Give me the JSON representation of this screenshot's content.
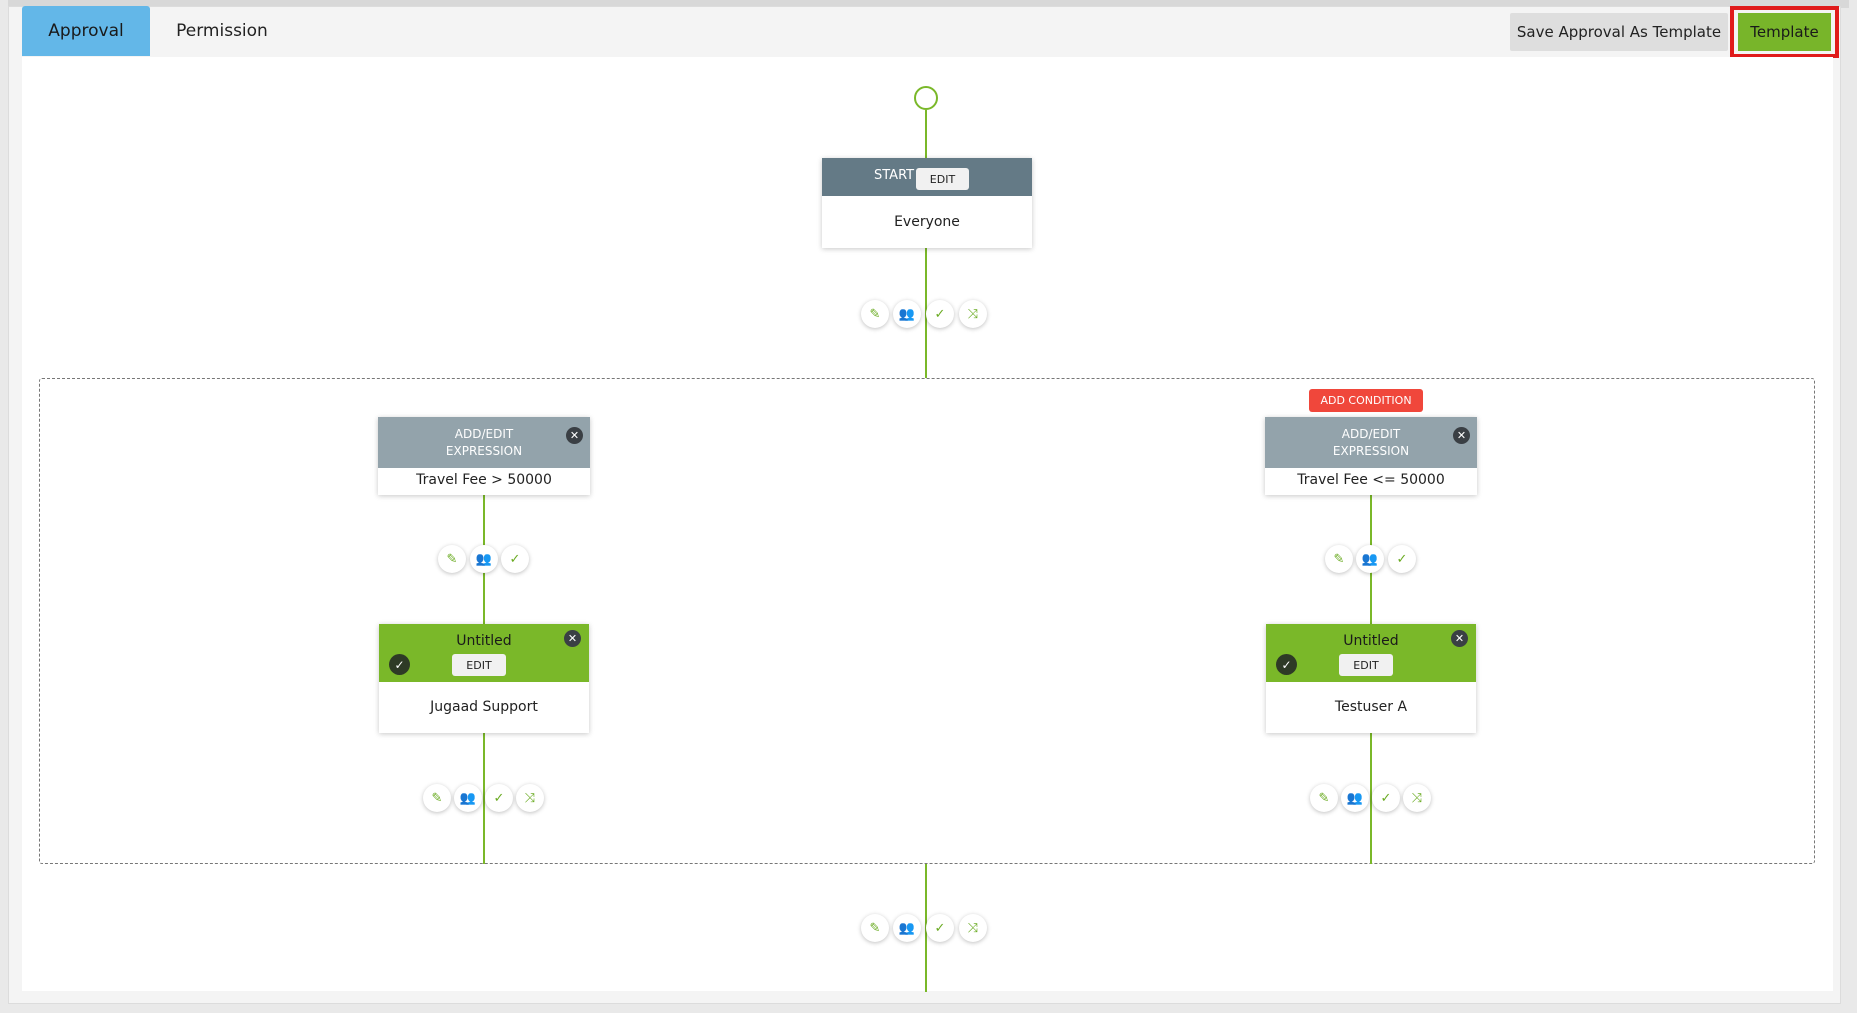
{
  "tabs": [
    {
      "label": "Approval",
      "active": true
    },
    {
      "label": "Permission",
      "active": false
    }
  ],
  "toolbar": {
    "save_as_template_label": "Save Approval As Template",
    "template_label": "Template"
  },
  "start_node": {
    "title": "START",
    "edit_label": "EDIT",
    "body": "Everyone"
  },
  "condition": {
    "add_condition_label": "ADD CONDITION",
    "branches": [
      {
        "expression_header_line1": "ADD/EDIT",
        "expression_header_line2": "EXPRESSION",
        "expression": "Travel Fee > 50000",
        "step_title": "Untitled",
        "step_edit_label": "EDIT",
        "step_body": "Jugaad Support"
      },
      {
        "expression_header_line1": "ADD/EDIT",
        "expression_header_line2": "EXPRESSION",
        "expression": "Travel Fee <= 50000",
        "step_title": "Untitled",
        "step_edit_label": "EDIT",
        "step_body": "Testuser A"
      }
    ]
  },
  "icons": {
    "edit": "pencil-icon",
    "add_approver": "add-user-icon",
    "approve": "check-icon",
    "condition": "shuffle-icon",
    "close": "close-icon"
  },
  "colors": {
    "accent_green": "#7ab829",
    "tab_active_blue": "#63b7e8",
    "header_dark": "#647a86",
    "header_grey": "#93a3ab",
    "add_condition_red": "#f0473b",
    "highlight_red": "#e01b1b"
  }
}
